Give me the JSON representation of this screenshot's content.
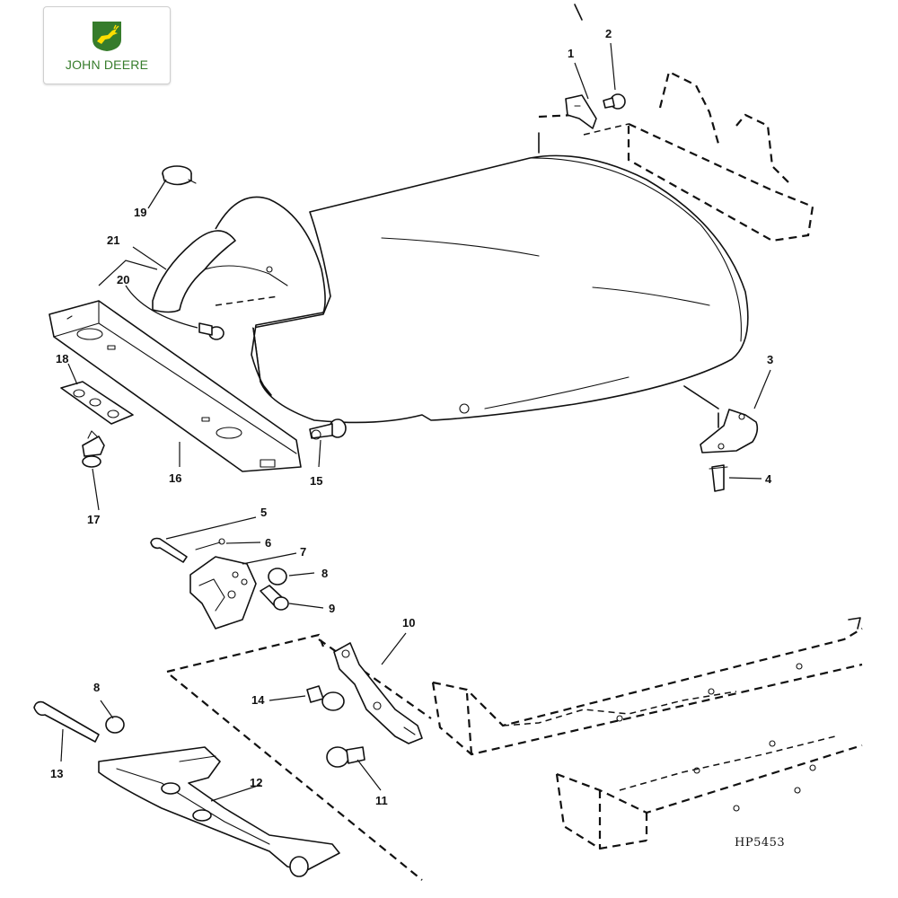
{
  "logo": {
    "brand": "JOHN DEERE",
    "brand_color": "#367c2b",
    "badge_color": "#367c2b",
    "deer_color": "#ffde00",
    "icon": "john-deere-leaping-deer-logo"
  },
  "diagram": {
    "reference_code": "HP5453",
    "callouts": [
      "1",
      "2",
      "3",
      "4",
      "5",
      "6",
      "7",
      "8",
      "9",
      "10",
      "11",
      "12",
      "13",
      "14",
      "15",
      "16",
      "17",
      "18",
      "19",
      "20",
      "21"
    ]
  }
}
